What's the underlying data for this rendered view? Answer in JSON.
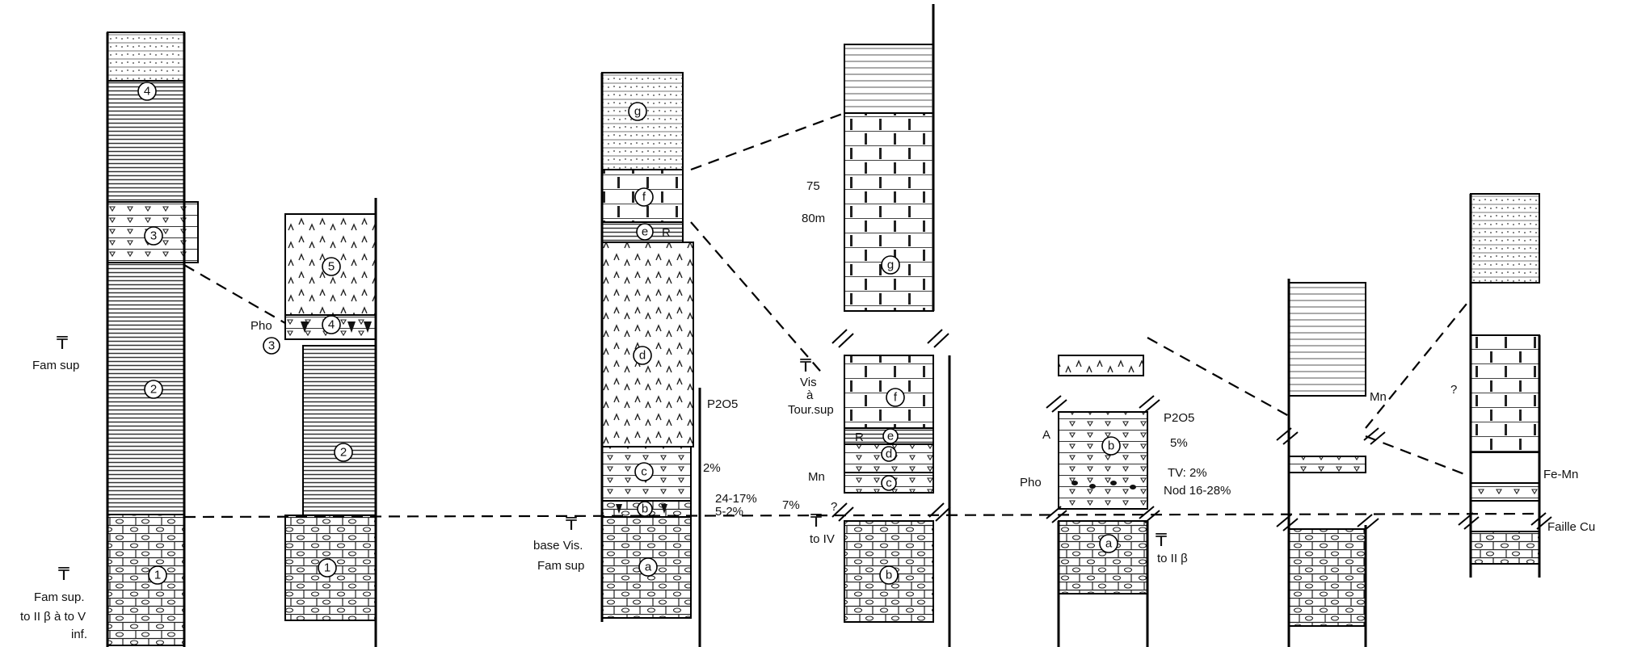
{
  "columns": [
    {
      "units": [
        "4",
        "3",
        "2",
        "1"
      ],
      "labels": {
        "age_top": "Fam sup",
        "age_bottom_1": "Fam sup.",
        "age_bottom_2": "to II β à to V",
        "age_bottom_3": "inf."
      }
    },
    {
      "units": [
        "5",
        "4",
        "3",
        "2",
        "1"
      ],
      "labels": {
        "pho": "Pho"
      }
    },
    {
      "units": [
        "g",
        "f",
        "e",
        "R",
        "d",
        "c",
        "b",
        "a"
      ],
      "labels": {
        "p2o5": "P2O5",
        "pct_c": "2%",
        "pct_b1": "24-17%",
        "pct_b_total": "7%",
        "pct_b2": "5-2%",
        "age_1": "base Vis.",
        "age_2": "Fam sup"
      }
    },
    {
      "units": [
        "g",
        "f",
        "e",
        "R",
        "d",
        "c",
        "b"
      ],
      "labels": {
        "depth_75": "75",
        "depth_80": "80m",
        "age_vis": "Vis",
        "age_a": "à",
        "age_tour": "Tour.sup",
        "mn": "Mn",
        "question": "?",
        "age_bottom": "to IV"
      }
    },
    {
      "units": [
        "b",
        "a"
      ],
      "labels": {
        "a": "A",
        "pho": "Pho",
        "p2o5": "P2O5",
        "pct_5": "5%",
        "tv": "TV: 2%",
        "nod": "Nod 16-28%",
        "age": "to II β"
      }
    },
    {
      "units": [],
      "labels": {
        "mn": "Mn"
      }
    },
    {
      "units": [],
      "labels": {
        "question": "?",
        "fe_mn": "Fe-Mn",
        "faille": "Faille Cu"
      }
    }
  ],
  "icons": [
    "fossil-symbol"
  ]
}
